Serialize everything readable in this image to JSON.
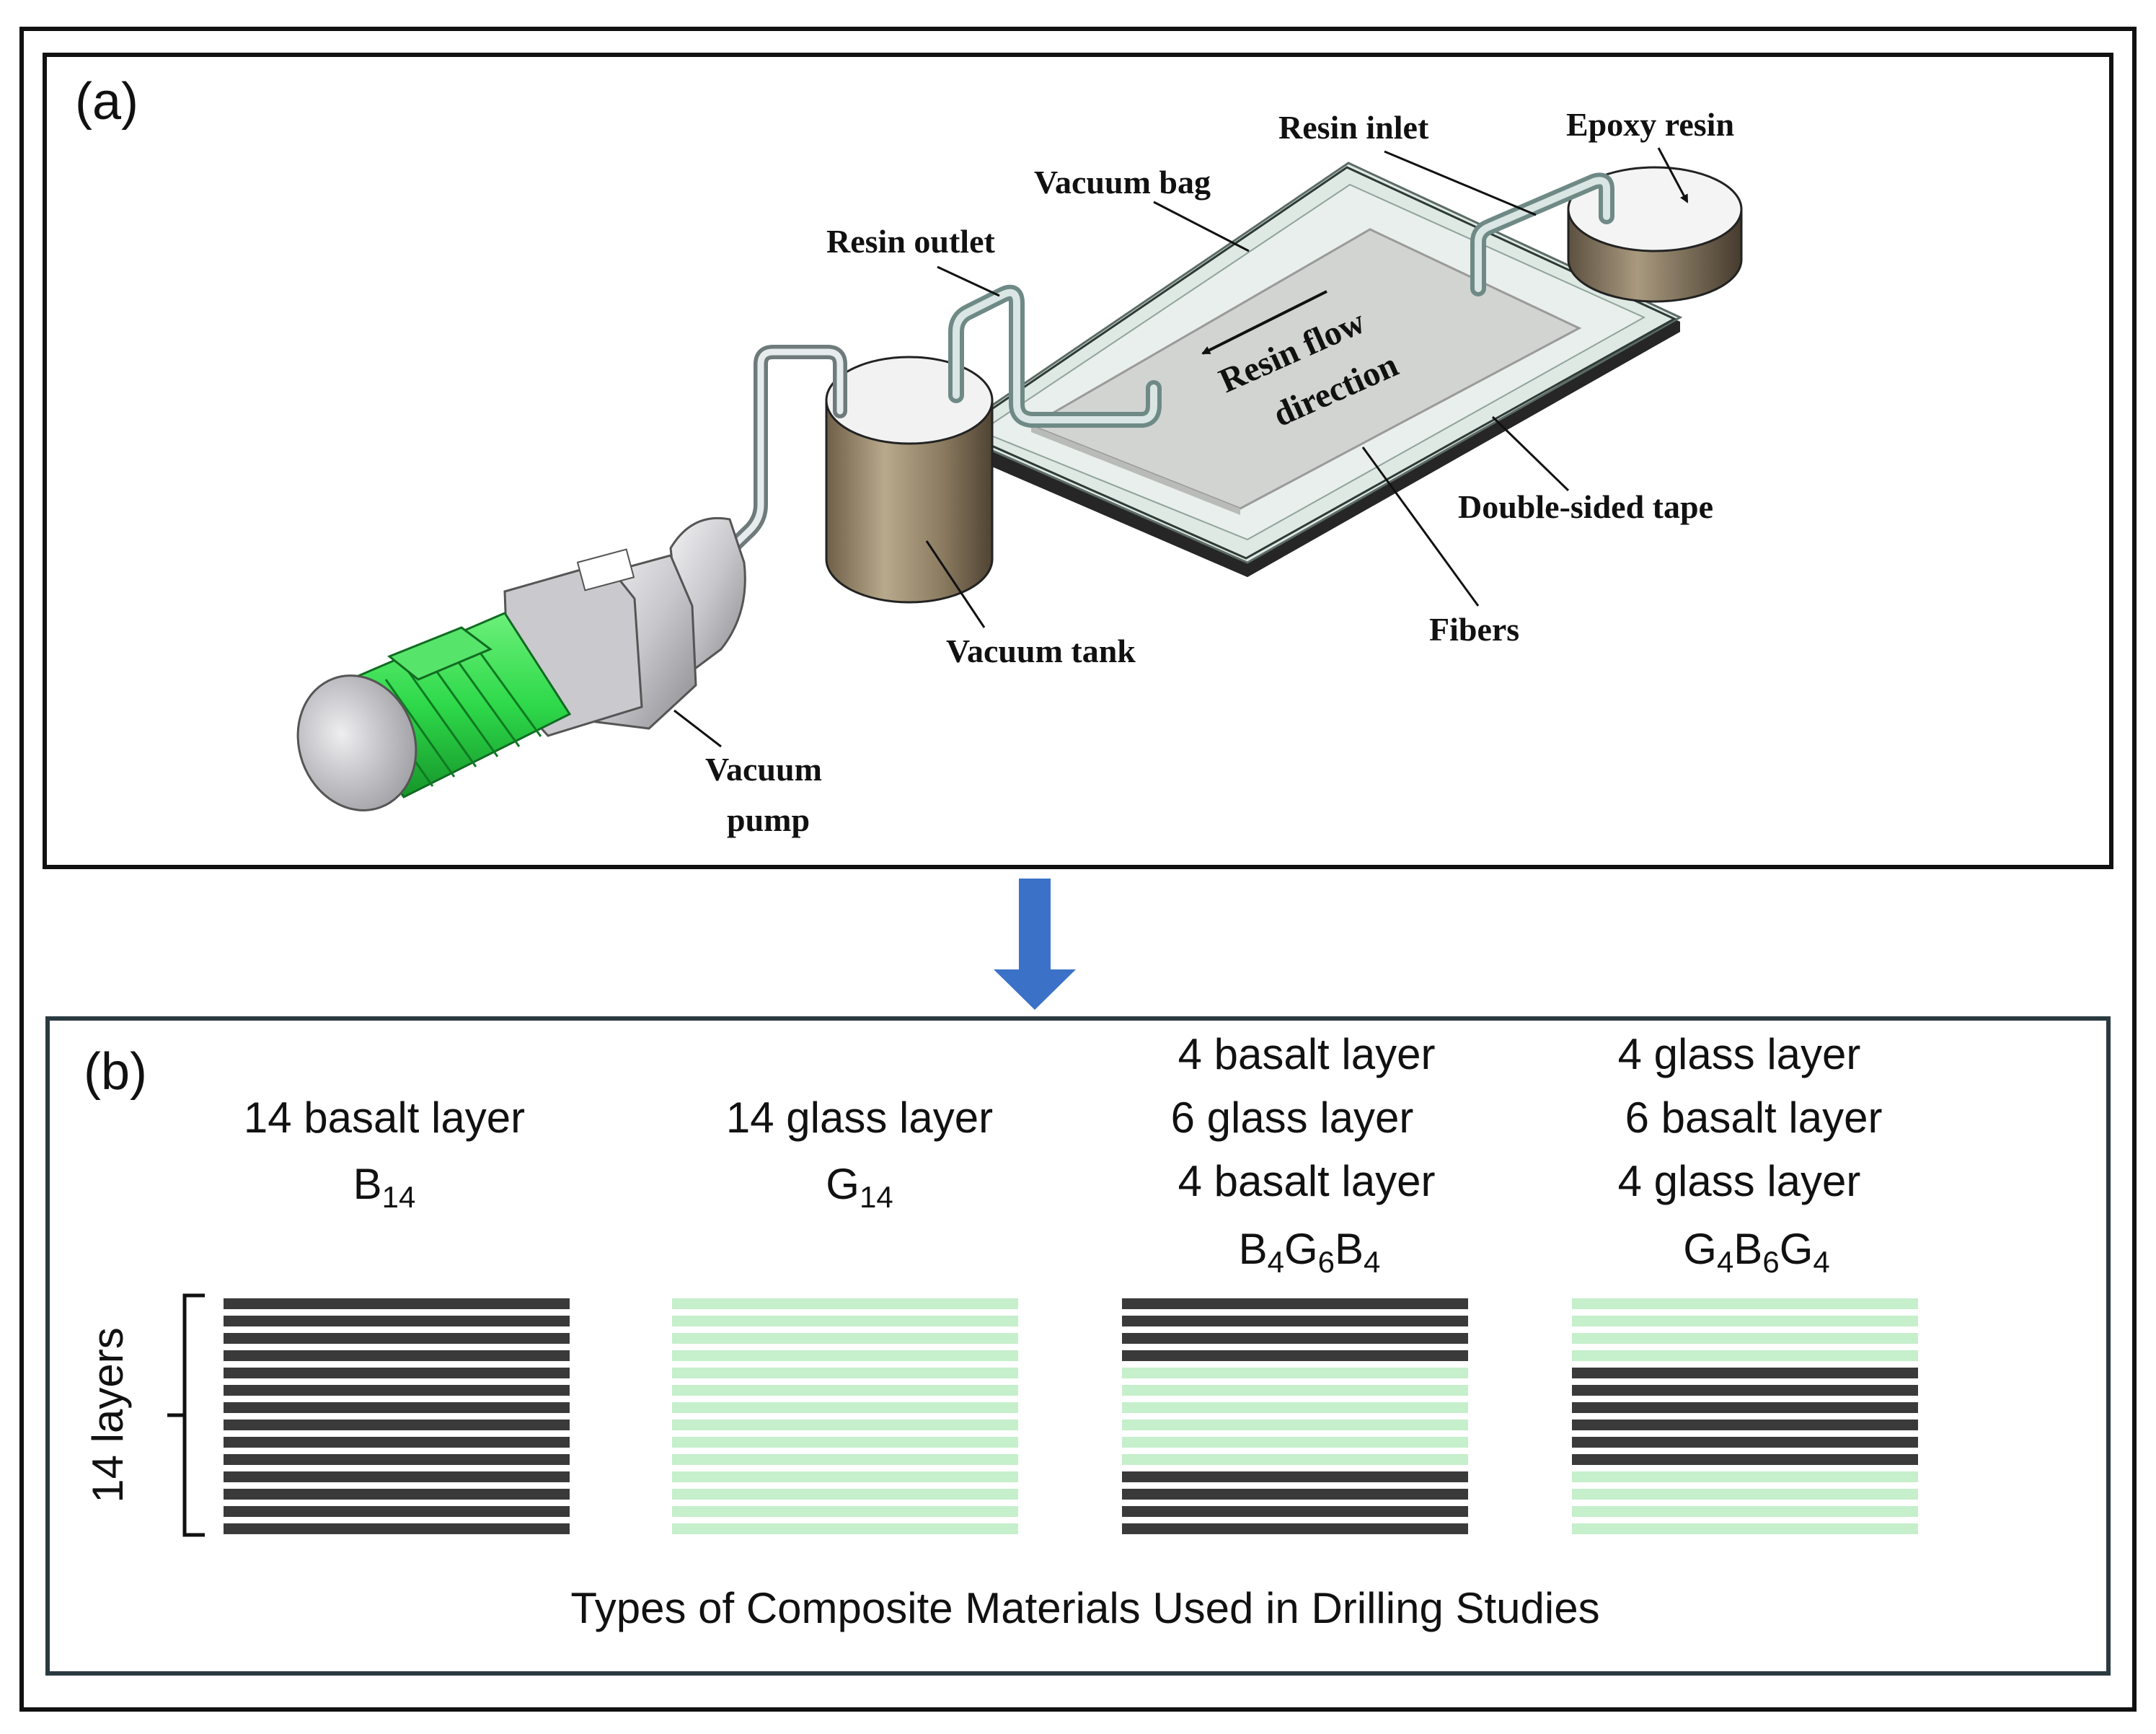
{
  "panel_a": {
    "label": "(a)",
    "callouts": {
      "resin_inlet": "Resin inlet",
      "epoxy_resin": "Epoxy resin",
      "vacuum_bag": "Vacuum bag",
      "resin_outlet": "Resin outlet",
      "flow_line1": "Resin flow",
      "flow_line2": "direction",
      "double_sided_tape": "Double-sided tape",
      "fibers": "Fibers",
      "vacuum_tank": "Vacuum tank",
      "vacuum_pump_line1": "Vacuum",
      "vacuum_pump_line2": "pump"
    }
  },
  "panel_b": {
    "label": "(b)",
    "bracket_label": "14 layers",
    "caption": "Types of Composite Materials Used in Drilling Studies",
    "colors": {
      "basalt": "#3a3a3a",
      "glass": "#c6efcc"
    },
    "laminates": [
      {
        "desc": [
          "14 basalt layer"
        ],
        "code_parts": [
          [
            "B",
            "14"
          ]
        ],
        "stack": [
          "B",
          "B",
          "B",
          "B",
          "B",
          "B",
          "B",
          "B",
          "B",
          "B",
          "B",
          "B",
          "B",
          "B"
        ]
      },
      {
        "desc": [
          "14 glass layer"
        ],
        "code_parts": [
          [
            "G",
            "14"
          ]
        ],
        "stack": [
          "G",
          "G",
          "G",
          "G",
          "G",
          "G",
          "G",
          "G",
          "G",
          "G",
          "G",
          "G",
          "G",
          "G"
        ]
      },
      {
        "desc": [
          "4 basalt layer",
          "6 glass layer",
          "4 basalt layer"
        ],
        "code_parts": [
          [
            "B",
            "4"
          ],
          [
            "G",
            "6"
          ],
          [
            "B",
            "4"
          ]
        ],
        "stack": [
          "B",
          "B",
          "B",
          "B",
          "G",
          "G",
          "G",
          "G",
          "G",
          "G",
          "B",
          "B",
          "B",
          "B"
        ]
      },
      {
        "desc": [
          "4 glass layer",
          "6 basalt layer",
          "4 glass layer"
        ],
        "code_parts": [
          [
            "G",
            "4"
          ],
          [
            "B",
            "6"
          ],
          [
            "G",
            "4"
          ]
        ],
        "stack": [
          "G",
          "G",
          "G",
          "G",
          "B",
          "B",
          "B",
          "B",
          "B",
          "B",
          "G",
          "G",
          "G",
          "G"
        ]
      }
    ]
  },
  "arrow_color": "#3b72c8"
}
